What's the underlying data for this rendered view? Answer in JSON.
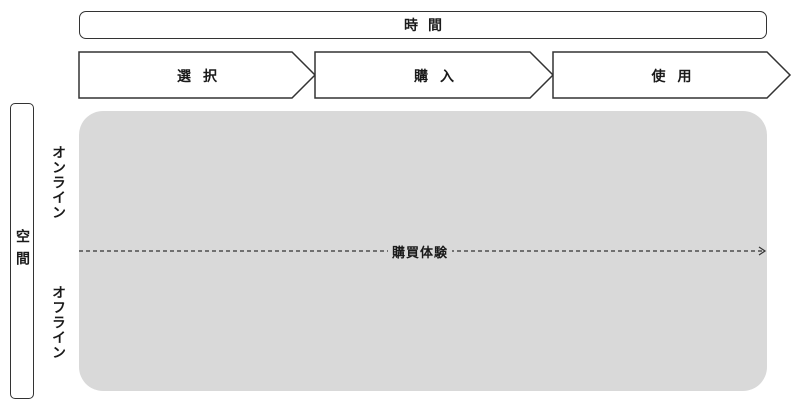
{
  "axes": {
    "time_label": "時間",
    "space_label": "空間"
  },
  "phases": [
    {
      "label": "選択"
    },
    {
      "label": "購入"
    },
    {
      "label": "使用"
    }
  ],
  "channels": {
    "online": "オンライン",
    "offline": "オフライン"
  },
  "flow": {
    "label": "購買体験"
  },
  "colors": {
    "area_fill": "#d9d9d9",
    "stroke": "#333333"
  }
}
